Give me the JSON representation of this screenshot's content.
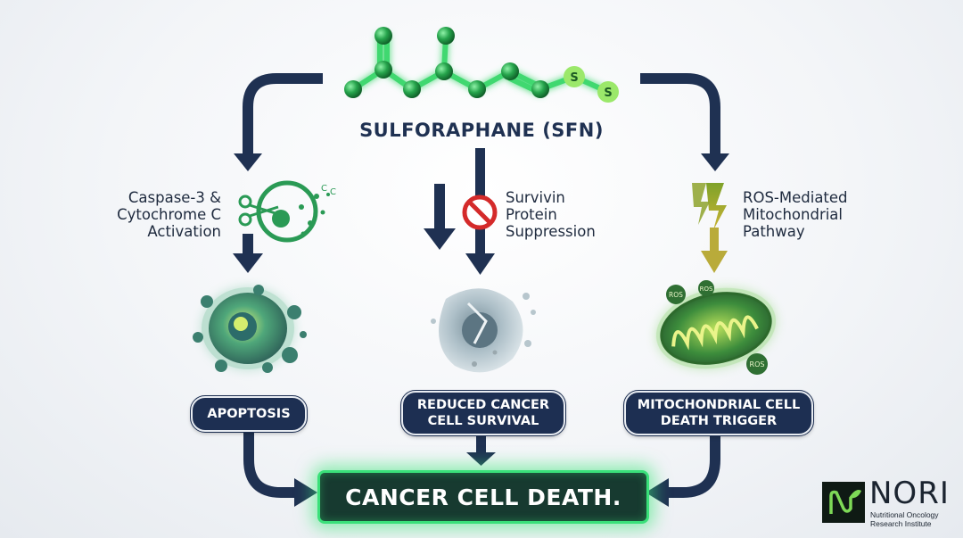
{
  "title": "SULFORAPHANE (SFN)",
  "molecule": {
    "atom_labels": [
      "S",
      "S"
    ]
  },
  "pathways": [
    {
      "label_lines": [
        "Caspase-3 &",
        "Cytochrome C",
        "Activation"
      ],
      "outcome_lines": [
        "APOPTOSIS"
      ]
    },
    {
      "label_lines": [
        "Survivin",
        "Protein",
        "Suppression"
      ],
      "outcome_lines": [
        "REDUCED CANCER",
        "CELL SURVIVAL"
      ]
    },
    {
      "label_lines": [
        "ROS-Mediated",
        "Mitochondrial",
        "Pathway"
      ],
      "outcome_lines": [
        "MITOCHONDRIAL CELL",
        "DEATH TRIGGER"
      ]
    }
  ],
  "ros_labels": [
    "ROS",
    "ROS",
    "ROS"
  ],
  "final": "CANCER CELL DEATH.",
  "logo": {
    "name": "NORI",
    "sub_lines": [
      "Nutritional Oncology",
      "Research Institute"
    ]
  },
  "colors": {
    "navy": "#1d2f52",
    "green": "#2fbf5e",
    "glow": "#3ae07a",
    "red": "#d42a2a",
    "olive": "#a7a92a"
  }
}
